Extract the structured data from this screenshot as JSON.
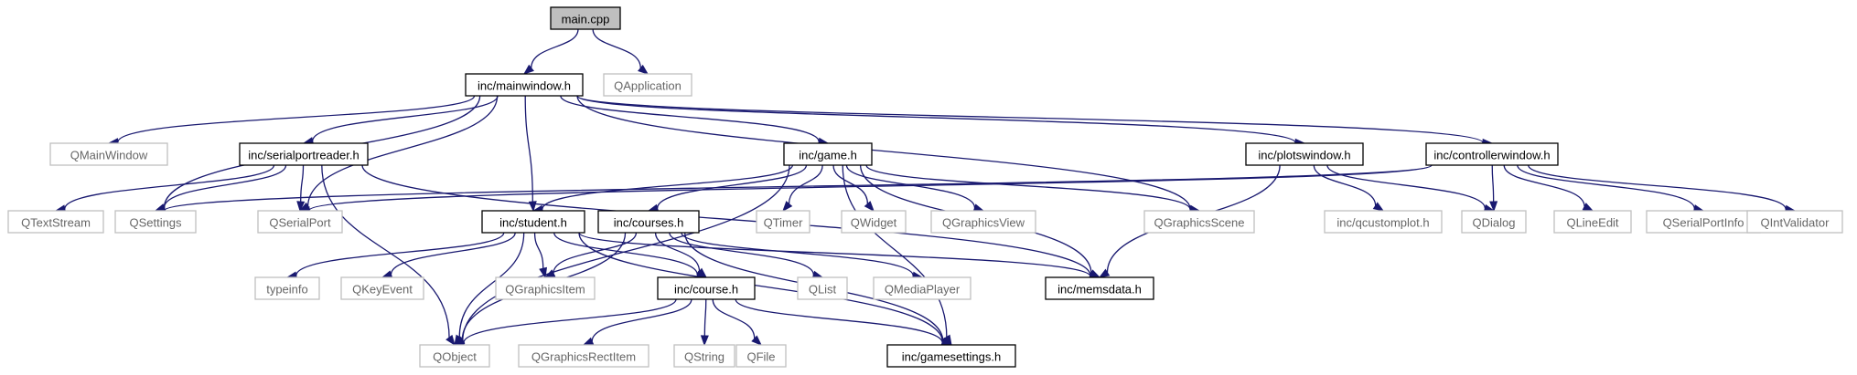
{
  "diagram": {
    "type": "include-dependency-graph",
    "colors": {
      "edge": "#191970",
      "root_fill": "#bfbfbf",
      "local_border": "#000000",
      "external_border": "#bfbfbf",
      "external_text": "#666666"
    },
    "nodes": [
      {
        "id": "main",
        "label": "main.cpp",
        "kind": "root"
      },
      {
        "id": "qapplication",
        "label": "QApplication",
        "kind": "external"
      },
      {
        "id": "mainwindow",
        "label": "inc/mainwindow.h",
        "kind": "local"
      },
      {
        "id": "qmainwindow",
        "label": "QMainWindow",
        "kind": "external"
      },
      {
        "id": "serialportreader",
        "label": "inc/serialportreader.h",
        "kind": "local"
      },
      {
        "id": "game",
        "label": "inc/game.h",
        "kind": "local"
      },
      {
        "id": "plotswindow",
        "label": "inc/plotswindow.h",
        "kind": "local"
      },
      {
        "id": "controllerwindow",
        "label": "inc/controllerwindow.h",
        "kind": "local"
      },
      {
        "id": "qtextstream",
        "label": "QTextStream",
        "kind": "external"
      },
      {
        "id": "qsettings",
        "label": "QSettings",
        "kind": "external"
      },
      {
        "id": "qserialport",
        "label": "QSerialPort",
        "kind": "external"
      },
      {
        "id": "student",
        "label": "inc/student.h",
        "kind": "local"
      },
      {
        "id": "courses",
        "label": "inc/courses.h",
        "kind": "local"
      },
      {
        "id": "qtimer",
        "label": "QTimer",
        "kind": "external"
      },
      {
        "id": "qwidget",
        "label": "QWidget",
        "kind": "external"
      },
      {
        "id": "qgraphicsview",
        "label": "QGraphicsView",
        "kind": "external"
      },
      {
        "id": "qgraphicsscene",
        "label": "QGraphicsScene",
        "kind": "external"
      },
      {
        "id": "qcustomplot",
        "label": "inc/qcustomplot.h",
        "kind": "external"
      },
      {
        "id": "qdialog",
        "label": "QDialog",
        "kind": "external"
      },
      {
        "id": "qlineedit",
        "label": "QLineEdit",
        "kind": "external"
      },
      {
        "id": "qserialportinfo",
        "label": "QSerialPortInfo",
        "kind": "external"
      },
      {
        "id": "qintvalidator",
        "label": "QIntValidator",
        "kind": "external"
      },
      {
        "id": "typeinfo",
        "label": "typeinfo",
        "kind": "external"
      },
      {
        "id": "qkeyevent",
        "label": "QKeyEvent",
        "kind": "external"
      },
      {
        "id": "qgraphicsitem",
        "label": "QGraphicsItem",
        "kind": "external"
      },
      {
        "id": "course",
        "label": "inc/course.h",
        "kind": "local"
      },
      {
        "id": "qlist",
        "label": "QList",
        "kind": "external"
      },
      {
        "id": "qmediaplayer",
        "label": "QMediaPlayer",
        "kind": "external"
      },
      {
        "id": "memsdata",
        "label": "inc/memsdata.h",
        "kind": "local"
      },
      {
        "id": "qobject",
        "label": "QObject",
        "kind": "external"
      },
      {
        "id": "qgraphicsrectitem",
        "label": "QGraphicsRectItem",
        "kind": "external"
      },
      {
        "id": "qstring",
        "label": "QString",
        "kind": "external"
      },
      {
        "id": "qfile",
        "label": "QFile",
        "kind": "external"
      },
      {
        "id": "gamesettings",
        "label": "inc/gamesettings.h",
        "kind": "local"
      }
    ],
    "edges": [
      [
        "main",
        "mainwindow"
      ],
      [
        "main",
        "qapplication"
      ],
      [
        "mainwindow",
        "qmainwindow"
      ],
      [
        "mainwindow",
        "qsettings"
      ],
      [
        "mainwindow",
        "serialportreader"
      ],
      [
        "mainwindow",
        "qserialport"
      ],
      [
        "mainwindow",
        "student"
      ],
      [
        "mainwindow",
        "game"
      ],
      [
        "mainwindow",
        "qgraphicsscene"
      ],
      [
        "mainwindow",
        "plotswindow"
      ],
      [
        "mainwindow",
        "controllerwindow"
      ],
      [
        "serialportreader",
        "qtextstream"
      ],
      [
        "serialportreader",
        "qsettings"
      ],
      [
        "serialportreader",
        "qserialport"
      ],
      [
        "serialportreader",
        "qobject"
      ],
      [
        "serialportreader",
        "memsdata"
      ],
      [
        "game",
        "qobject"
      ],
      [
        "game",
        "student"
      ],
      [
        "game",
        "courses"
      ],
      [
        "game",
        "qtimer"
      ],
      [
        "game",
        "qwidget"
      ],
      [
        "game",
        "qgraphicsview"
      ],
      [
        "game",
        "qgraphicsscene"
      ],
      [
        "game",
        "memsdata"
      ],
      [
        "game",
        "gamesettings"
      ],
      [
        "plotswindow",
        "qcustomplot"
      ],
      [
        "plotswindow",
        "qdialog"
      ],
      [
        "plotswindow",
        "memsdata"
      ],
      [
        "controllerwindow",
        "qsettings"
      ],
      [
        "controllerwindow",
        "qserialport"
      ],
      [
        "controllerwindow",
        "qdialog"
      ],
      [
        "controllerwindow",
        "qlineedit"
      ],
      [
        "controllerwindow",
        "qserialportinfo"
      ],
      [
        "controllerwindow",
        "qintvalidator"
      ],
      [
        "student",
        "typeinfo"
      ],
      [
        "student",
        "qkeyevent"
      ],
      [
        "student",
        "qgraphicsitem"
      ],
      [
        "student",
        "course"
      ],
      [
        "student",
        "qobject"
      ],
      [
        "student",
        "memsdata"
      ],
      [
        "student",
        "gamesettings"
      ],
      [
        "courses",
        "qgraphicsitem"
      ],
      [
        "courses",
        "course"
      ],
      [
        "courses",
        "qlist"
      ],
      [
        "courses",
        "qmediaplayer"
      ],
      [
        "courses",
        "qobject"
      ],
      [
        "courses",
        "gamesettings"
      ],
      [
        "course",
        "qobject"
      ],
      [
        "course",
        "qgraphicsrectitem"
      ],
      [
        "course",
        "qstring"
      ],
      [
        "course",
        "qfile"
      ],
      [
        "course",
        "gamesettings"
      ]
    ]
  }
}
